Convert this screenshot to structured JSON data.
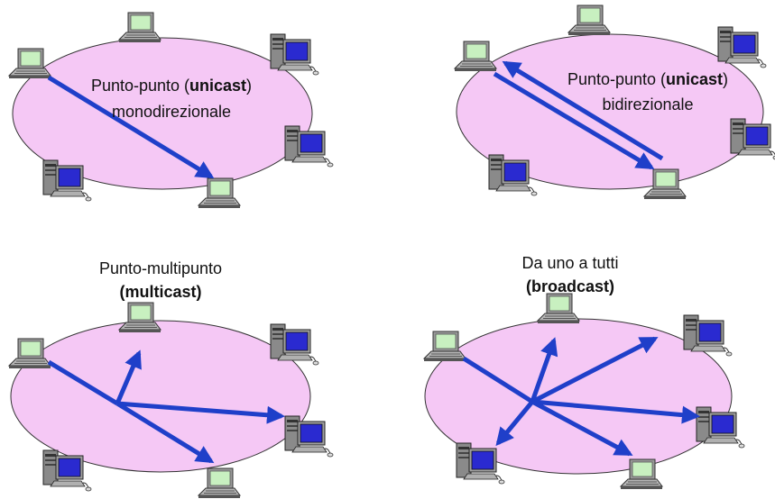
{
  "panels": [
    {
      "line1": {
        "pre": "Punto-punto (",
        "bold": "unicast",
        "post": ")"
      },
      "line2": {
        "pre": "monodirezionale",
        "bold": "",
        "post": ""
      }
    },
    {
      "line1": {
        "pre": "Punto-punto (",
        "bold": "unicast",
        "post": ")"
      },
      "line2": {
        "pre": "bidirezionale",
        "bold": "",
        "post": ""
      }
    },
    {
      "line1": {
        "pre": "Punto-multipunto",
        "bold": "",
        "post": ""
      },
      "line2": {
        "pre": "",
        "bold": "(multicast)",
        "post": ""
      }
    },
    {
      "line1": {
        "pre": "Da uno a tutti",
        "bold": "",
        "post": ""
      },
      "line2": {
        "pre": "",
        "bold": "(broadcast)",
        "post": ""
      }
    }
  ],
  "colors": {
    "network_fill": "#f5c8f5",
    "network_stroke": "#333333",
    "arrow": "#1f3fc9",
    "screen": "#2a2ad0",
    "laptop_screen": "#c8f0c0"
  },
  "icons": {
    "laptop": "laptop-icon",
    "desktop": "desktop-computer-icon"
  }
}
